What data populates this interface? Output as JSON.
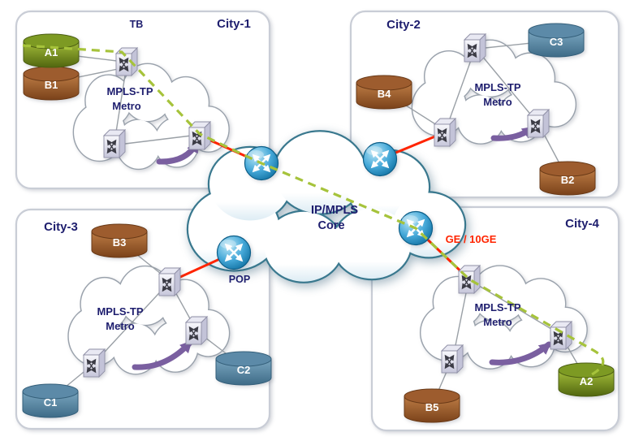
{
  "icons": {
    "metro_node": "switch-icon",
    "core_node": "router-icon",
    "endpoint": "database-cylinder-icon"
  },
  "colors": {
    "city_label": "#1e1e6e",
    "red_link": "#ff2400",
    "green_service_path": "#a6c33b",
    "purple_tunnel": "#7a5fa0",
    "db_green": "#6f8c1d",
    "db_brown": "#a05c2e",
    "db_blue": "#55809c",
    "router_blue": "#2a93c8"
  },
  "core": {
    "label_line1": "IP/MPLS",
    "label_line2": "Core",
    "pop_label": "POP",
    "link_speed_label": "GE / 10GE"
  },
  "cities": [
    {
      "name": "City-1",
      "metro_line1": "MPLS-TP",
      "metro_line2": "Metro",
      "annotation": "TB",
      "databases": [
        {
          "label": "A1",
          "color": "green"
        },
        {
          "label": "B1",
          "color": "brown"
        }
      ]
    },
    {
      "name": "City-2",
      "metro_line1": "MPLS-TP",
      "metro_line2": "Metro",
      "databases": [
        {
          "label": "C3",
          "color": "blue"
        },
        {
          "label": "B4",
          "color": "brown"
        },
        {
          "label": "B2",
          "color": "brown"
        }
      ]
    },
    {
      "name": "City-3",
      "metro_line1": "MPLS-TP",
      "metro_line2": "Metro",
      "databases": [
        {
          "label": "B3",
          "color": "brown"
        },
        {
          "label": "C2",
          "color": "blue"
        },
        {
          "label": "C1",
          "color": "blue"
        }
      ]
    },
    {
      "name": "City-4",
      "metro_line1": "MPLS-TP",
      "metro_line2": "Metro",
      "databases": [
        {
          "label": "B5",
          "color": "brown"
        },
        {
          "label": "A2",
          "color": "green"
        }
      ]
    }
  ]
}
